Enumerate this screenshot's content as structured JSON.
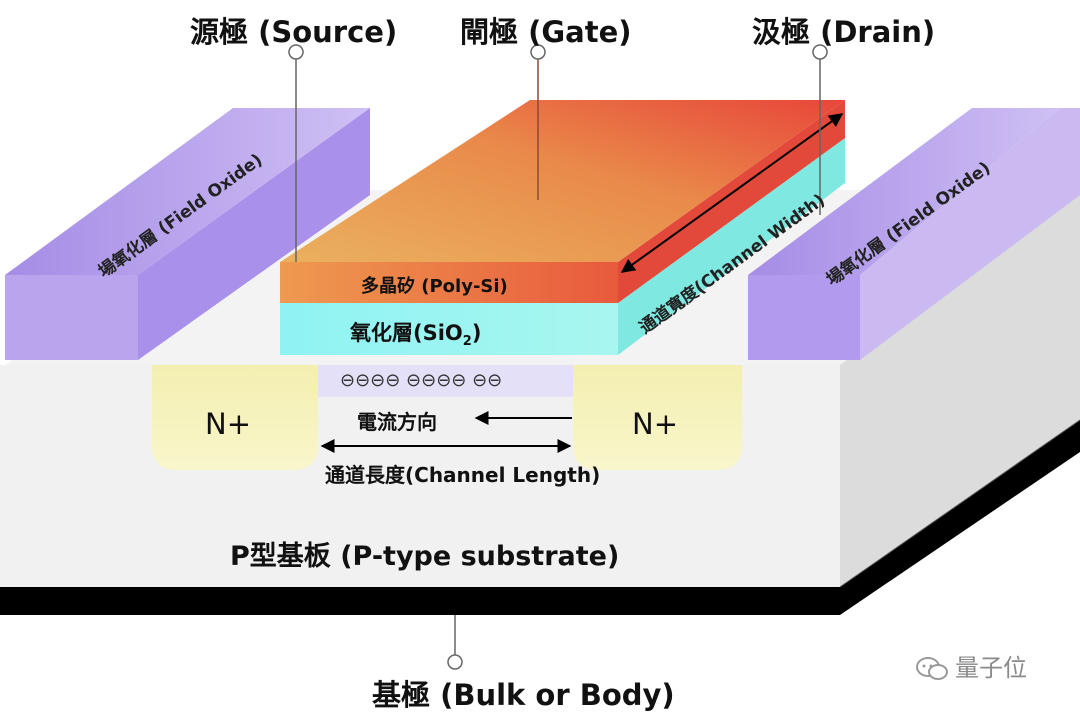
{
  "terminals": {
    "source": "源極 (Source)",
    "gate": "閘極 (Gate)",
    "drain": "汲極 (Drain)",
    "bulk": "基極 (Bulk or Body)"
  },
  "layers": {
    "poly": "多晶矽 (Poly-Si)",
    "oxide_main": "氧化層(SiO",
    "oxide_sub": "2",
    "oxide_close": ")",
    "field_oxide_left": "場氧化層 (Field Oxide)",
    "field_oxide_right": "場氧化層 (Field Oxide)",
    "substrate": "P型基板 (P-type substrate)"
  },
  "regions": {
    "source_n": "N+",
    "drain_n": "N+",
    "electrons": "⊖⊖⊖⊖ ⊖⊖⊖⊖ ⊖⊖"
  },
  "annotations": {
    "current_direction": "電流方向",
    "channel_length": "通道長度(Channel Length)",
    "channel_width": "通道寬度(Channel Width)"
  },
  "watermark": "量子位",
  "colors": {
    "gate_top_light": "#e8a45a",
    "gate_top_dark": "#e8463a",
    "poly_front": "#ec9450",
    "oxide": "#8ef5f0",
    "field_oxide": "#b9a2ef",
    "n_plus": "#f7f2b2",
    "substrate_top": "#f1f1f1",
    "substrate_bottom_edge": "#000000"
  }
}
